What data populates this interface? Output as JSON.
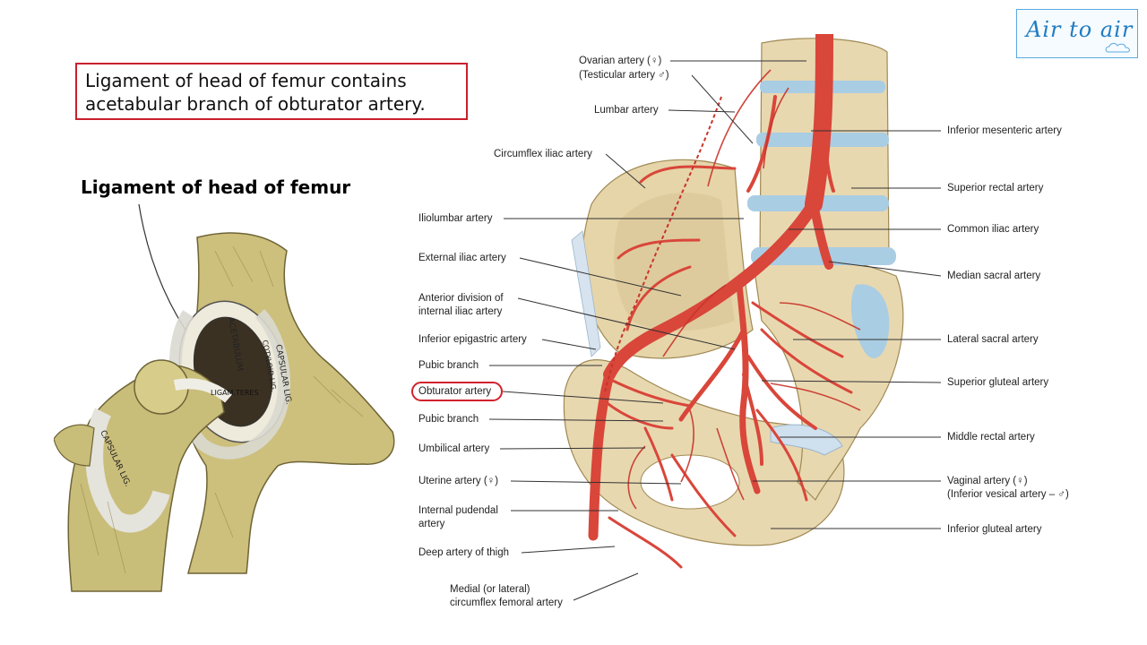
{
  "note": {
    "line1": "Ligament of head of femur contains",
    "line2": "acetabular branch of obturator artery."
  },
  "hip_figure": {
    "title": "Ligament of head of femur",
    "labels": {
      "acetabulum": "ACETABULUM",
      "capsular_lig_right": "CAPSULAR LIG.",
      "capsular_lig_left": "CAPSULAR LIG.",
      "cotyloid_lig": "COTYLOID LIG.",
      "ligam_teres": "LIGAM.TERES"
    }
  },
  "arteries": {
    "left_labels": [
      "Iliolumbar artery",
      "External iliac artery",
      "Anterior division of",
      "internal iliac artery",
      "Inferior epigastric artery",
      "Pubic branch",
      "Obturator artery",
      "Pubic branch",
      "Umbilical artery",
      "Uterine artery (♀)",
      "Internal pudendal",
      "artery",
      "Deep artery of thigh",
      "Medial (or lateral)",
      "circumflex femoral artery"
    ],
    "top_labels": [
      "Ovarian artery (♀)",
      "(Testicular artery ♂)",
      "Lumbar artery",
      "Circumflex iliac artery"
    ],
    "right_labels": [
      "Inferior mesenteric artery",
      "Superior rectal artery",
      "Common iliac artery",
      "Median sacral artery",
      "Lateral sacral artery",
      "Superior gluteal artery",
      "Middle rectal artery",
      "Vaginal artery (♀)",
      "(Inferior vesical artery – ♂)",
      "Inferior gluteal artery"
    ]
  },
  "logo": {
    "text": "Air to air"
  },
  "colors": {
    "highlight_border": "#d2222d",
    "artery_red": "#d9463a",
    "bone": "#e8d8b0",
    "vertebral_disc": "#a9cde3",
    "hip_bone": "#c9bd7a"
  }
}
